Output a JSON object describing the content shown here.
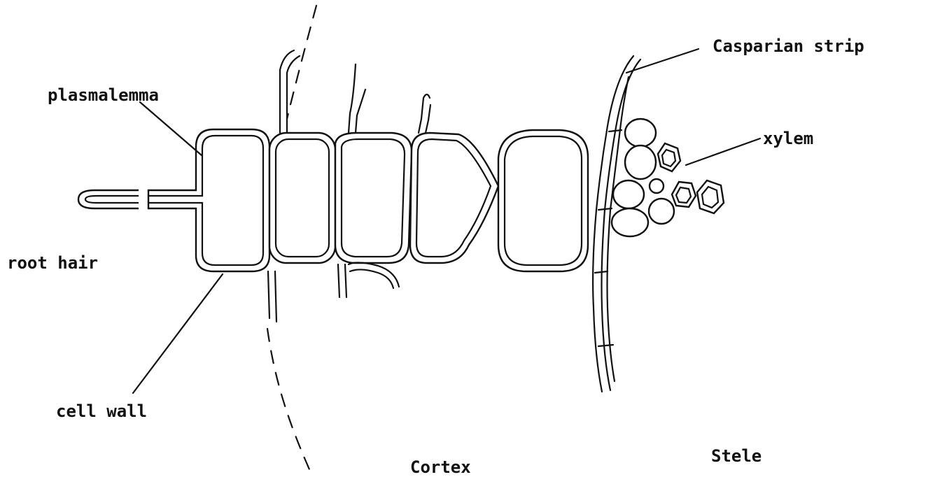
{
  "labels": {
    "plasmalemma": "plasmalemma",
    "root_hair": "root hair",
    "cell_wall": "cell wall",
    "casparian_strip": "Casparian strip",
    "xylem": "xylem",
    "cortex": "Cortex",
    "stele": "Stele"
  }
}
